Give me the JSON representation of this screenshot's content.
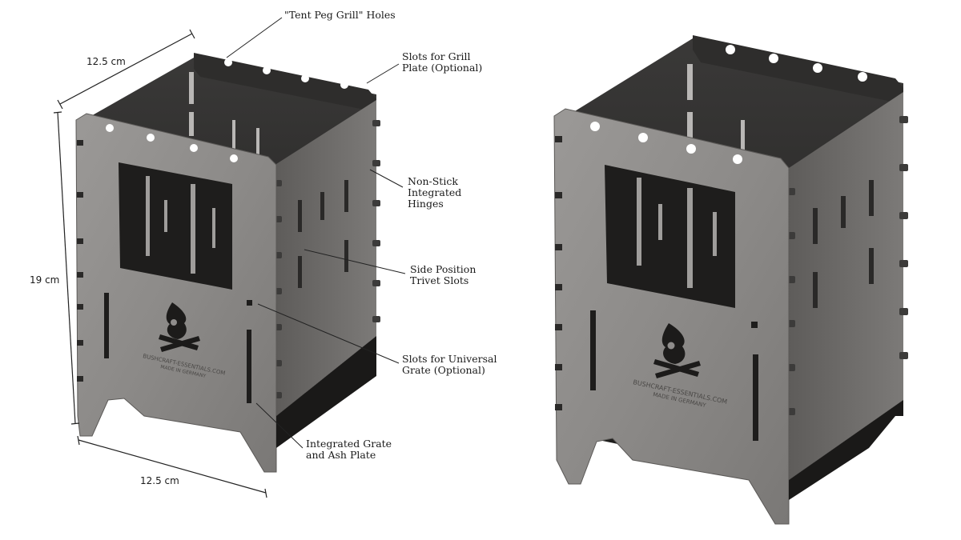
{
  "dimensions": {
    "top_width": "12.5 cm",
    "height": "19 cm",
    "bottom_width": "12.5 cm"
  },
  "callouts": {
    "tent_peg": "\"Tent Peg Grill\" Holes",
    "grill_plate": "Slots for Grill\nPlate (Optional)",
    "hinges": "Non-Stick\nIntegrated\nHinges",
    "trivet": "Side Position\nTrivet Slots",
    "universal_grate": "Slots for Universal\nGrate (Optional)",
    "ash_plate": "Integrated Grate\nand Ash Plate"
  },
  "engraving": {
    "website": "BUSHCRAFT-ESSENTIALS.COM",
    "origin": "MADE IN GERMANY"
  },
  "colors": {
    "steel_front": "#8f8d8b",
    "steel_side": "#6d6b69",
    "steel_dark": "#2b2a29",
    "inner": "#1f1e1d",
    "line": "#222222"
  }
}
